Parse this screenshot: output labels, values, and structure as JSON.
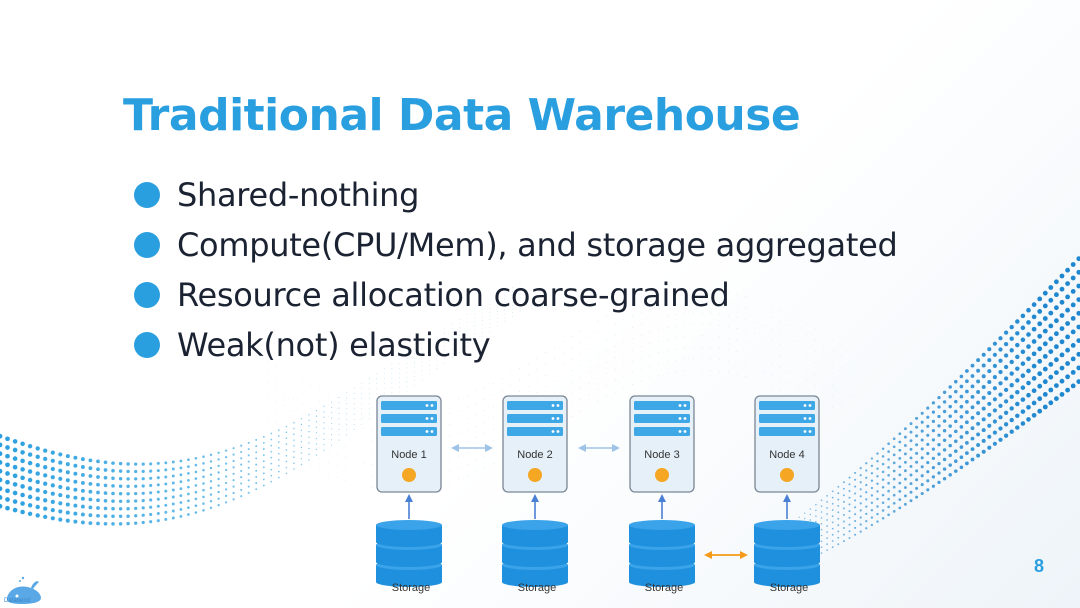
{
  "slide": {
    "title": "Traditional Data Warehouse",
    "bullets": [
      "Shared-nothing",
      "Compute(CPU/Mem), and storage aggregated",
      "Resource allocation coarse-grained",
      "Weak(not) elasticity"
    ],
    "page_number": "8"
  },
  "diagram": {
    "nodes": [
      "Node 1",
      "Node 2",
      "Node 3",
      "Node 4"
    ],
    "storage": [
      "Storage",
      "Storage",
      "Storage",
      "Storage"
    ]
  },
  "logo": {
    "text": "Databend"
  },
  "colors": {
    "accent": "#2a9fe0",
    "server_bar": "#3ea7e6",
    "node_fill": "#e6f0f8",
    "node_dot": "#f5a623",
    "db_blue": "#1e90dd",
    "node_arrow": "#9fc3e6",
    "storage_arrow": "#f59a1b",
    "up_arrow": "#4a7fd6"
  }
}
